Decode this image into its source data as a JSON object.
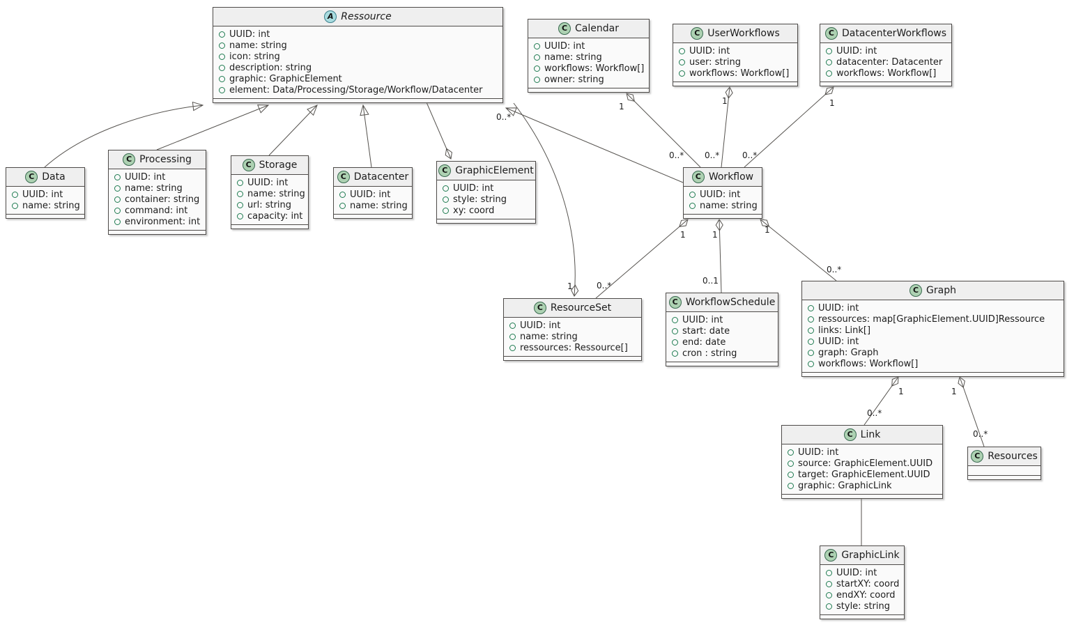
{
  "diagram_type": "uml-class-diagram",
  "colors": {
    "class_icon_fill": "#ADD1B2",
    "abstract_icon_fill": "#A9DCDF",
    "class_header_fill": "#EFEFEF",
    "class_body_fill": "#FAFAFA",
    "border": "#4D4A48",
    "edge": "#55524E",
    "field_icon_outline": "#1E7B50"
  },
  "classes": {
    "ressource": {
      "stereo": "A",
      "name": "Ressource",
      "fields": [
        "UUID: int",
        "name: string",
        "icon: string",
        "description: string",
        "graphic: GraphicElement",
        "element: Data/Processing/Storage/Workflow/Datacenter"
      ]
    },
    "calendar": {
      "stereo": "C",
      "name": "Calendar",
      "fields": [
        "UUID: int",
        "name: string",
        "workflows: Workflow[]",
        "owner: string"
      ]
    },
    "user_workflows": {
      "stereo": "C",
      "name": "UserWorkflows",
      "fields": [
        "UUID: int",
        "user: string",
        "workflows: Workflow[]"
      ]
    },
    "datacenter_workflows": {
      "stereo": "C",
      "name": "DatacenterWorkflows",
      "fields": [
        "UUID: int",
        "datacenter: Datacenter",
        "workflows: Workflow[]"
      ]
    },
    "data": {
      "stereo": "C",
      "name": "Data",
      "fields": [
        "UUID: int",
        "name: string"
      ]
    },
    "processing": {
      "stereo": "C",
      "name": "Processing",
      "fields": [
        "UUID: int",
        "name: string",
        "container: string",
        "command: int",
        "environment: int"
      ]
    },
    "storage": {
      "stereo": "C",
      "name": "Storage",
      "fields": [
        "UUID: int",
        "name: string",
        "url: string",
        "capacity: int"
      ]
    },
    "datacenter": {
      "stereo": "C",
      "name": "Datacenter",
      "fields": [
        "UUID: int",
        "name: string"
      ]
    },
    "graphic_element": {
      "stereo": "C",
      "name": "GraphicElement",
      "fields": [
        "UUID: int",
        "style: string",
        "xy: coord"
      ]
    },
    "workflow": {
      "stereo": "C",
      "name": "Workflow",
      "fields": [
        "UUID: int",
        "name: string"
      ]
    },
    "resource_set": {
      "stereo": "C",
      "name": "ResourceSet",
      "fields": [
        "UUID: int",
        "name: string",
        "ressources: Ressource[]"
      ]
    },
    "workflow_schedule": {
      "stereo": "C",
      "name": "WorkflowSchedule",
      "fields": [
        "UUID: int",
        "start: date",
        "end: date",
        "cron : string"
      ]
    },
    "graph": {
      "stereo": "C",
      "name": "Graph",
      "fields": [
        "UUID: int",
        "ressources: map[GraphicElement.UUID]Ressource",
        "links: Link[]",
        "UUID: int",
        "graph: Graph",
        "workflows: Workflow[]"
      ]
    },
    "link": {
      "stereo": "C",
      "name": "Link",
      "fields": [
        "UUID: int",
        "source: GraphicElement.UUID",
        "target: GraphicElement.UUID",
        "graphic: GraphicLink"
      ]
    },
    "resources": {
      "stereo": "C",
      "name": "Resources",
      "fields": []
    },
    "graphic_link": {
      "stereo": "C",
      "name": "GraphicLink",
      "fields": [
        "UUID: int",
        "startXY: coord",
        "endXY: coord",
        "style: string"
      ]
    }
  },
  "edges": {
    "data_ressource": {
      "type": "inheritance"
    },
    "processing_ressource": {
      "type": "inheritance"
    },
    "storage_ressource": {
      "type": "inheritance"
    },
    "datacenter_ressource": {
      "type": "inheritance"
    },
    "workflow_ressource": {
      "type": "inheritance"
    },
    "ressource_graphicelement": {
      "type": "aggregation"
    },
    "link_graphiclink": {
      "type": "association"
    },
    "calendar_workflow": {
      "type": "aggregation",
      "m_calendar": "1",
      "m_workflow": "0..*"
    },
    "userworkflows_workflow": {
      "type": "aggregation",
      "m_userworkflows": "1",
      "m_workflow": "0..*"
    },
    "datacenterworkflows_workflow": {
      "type": "aggregation",
      "m_datacenterworkflows": "1",
      "m_workflow": "0..*"
    },
    "resourceset_ressource": {
      "type": "aggregation",
      "m_resourceset": "1",
      "m_ressource": "0..*"
    },
    "workflow_resourceset": {
      "type": "aggregation",
      "m_workflow": "1",
      "m_resourceset": "0..*"
    },
    "workflow_workflowschedule": {
      "type": "aggregation",
      "m_workflow": "1",
      "m_workflowschedule": "0..1"
    },
    "workflow_graph": {
      "type": "aggregation",
      "m_workflow": "1",
      "m_graph": "0..*"
    },
    "graph_link": {
      "type": "aggregation",
      "m_graph": "1",
      "m_link": "0..*"
    },
    "graph_resources": {
      "type": "aggregation",
      "m_graph": "1",
      "m_resources": "0..*"
    }
  }
}
